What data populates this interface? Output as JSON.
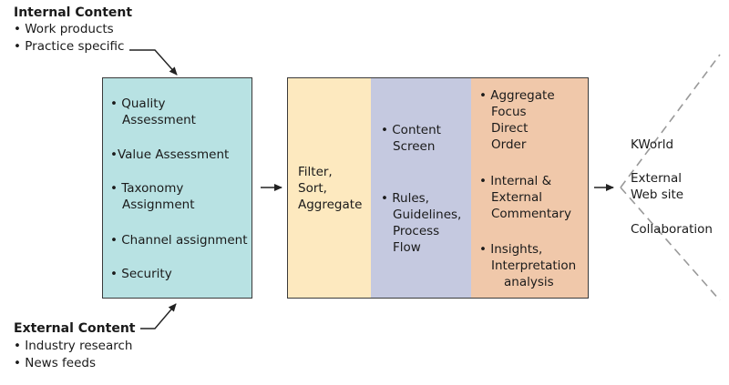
{
  "internal": {
    "heading": "Internal Content",
    "items": [
      "• Work products",
      "• Practice specific"
    ]
  },
  "external": {
    "heading": "External Content",
    "items": [
      "• Industry research",
      "• News feeds"
    ]
  },
  "source_box": {
    "items": [
      [
        "• Quality",
        "Assessment"
      ],
      [
        "•Value Assessment"
      ],
      [
        "• Taxonomy",
        "Assignment"
      ],
      [
        "• Channel assignment"
      ],
      [
        "• Security"
      ]
    ]
  },
  "process": {
    "filter": [
      "Filter,",
      "Sort,",
      "Aggregate"
    ],
    "screen": [
      [
        "• Content",
        "Screen"
      ],
      [
        "• Rules,",
        "Guidelines,",
        "Process",
        "Flow"
      ]
    ],
    "output": [
      [
        "• Aggregate",
        "Focus",
        "Direct",
        "Order"
      ],
      [
        "• Internal &",
        "External",
        "Commentary"
      ],
      [
        "• Insights,",
        "Interpretation",
        "analysis"
      ]
    ]
  },
  "destinations": {
    "kworld": "KWorld",
    "external_web": [
      "External",
      "Web site"
    ],
    "collaboration": "Collaboration"
  },
  "colors": {
    "source_fill": "#b8e2e3",
    "filter_fill": "#fde9bf",
    "screen_fill": "#c5c9e0",
    "output_fill": "#f0c8aa"
  }
}
